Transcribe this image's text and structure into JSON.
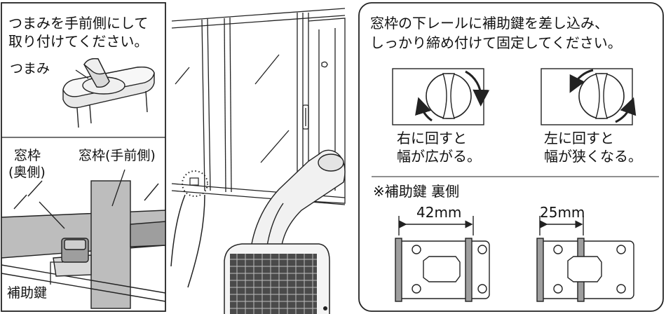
{
  "left_panel": {
    "instruction_line1": "つまみを手前側にして",
    "instruction_line2": "取り付けてください。",
    "knob_label": "つまみ",
    "frame_back_line1": "窓枠",
    "frame_back_line2": "(奥側)",
    "frame_front": "窓枠(手前側)",
    "aux_lock_label": "補助鍵"
  },
  "right_panel": {
    "instruction_line1": "窓枠の下レールに補助鍵を差し込み、",
    "instruction_line2": "しっかり締め付けて固定してください。",
    "turn_right_line1": "右に回すと",
    "turn_right_line2": "幅が広がる。",
    "turn_left_line1": "左に回すと",
    "turn_left_line2": "幅が狭くなる。",
    "back_side_title": "※補助鍵 裏側",
    "wide_dimension": "42mm",
    "narrow_dimension": "25mm"
  }
}
